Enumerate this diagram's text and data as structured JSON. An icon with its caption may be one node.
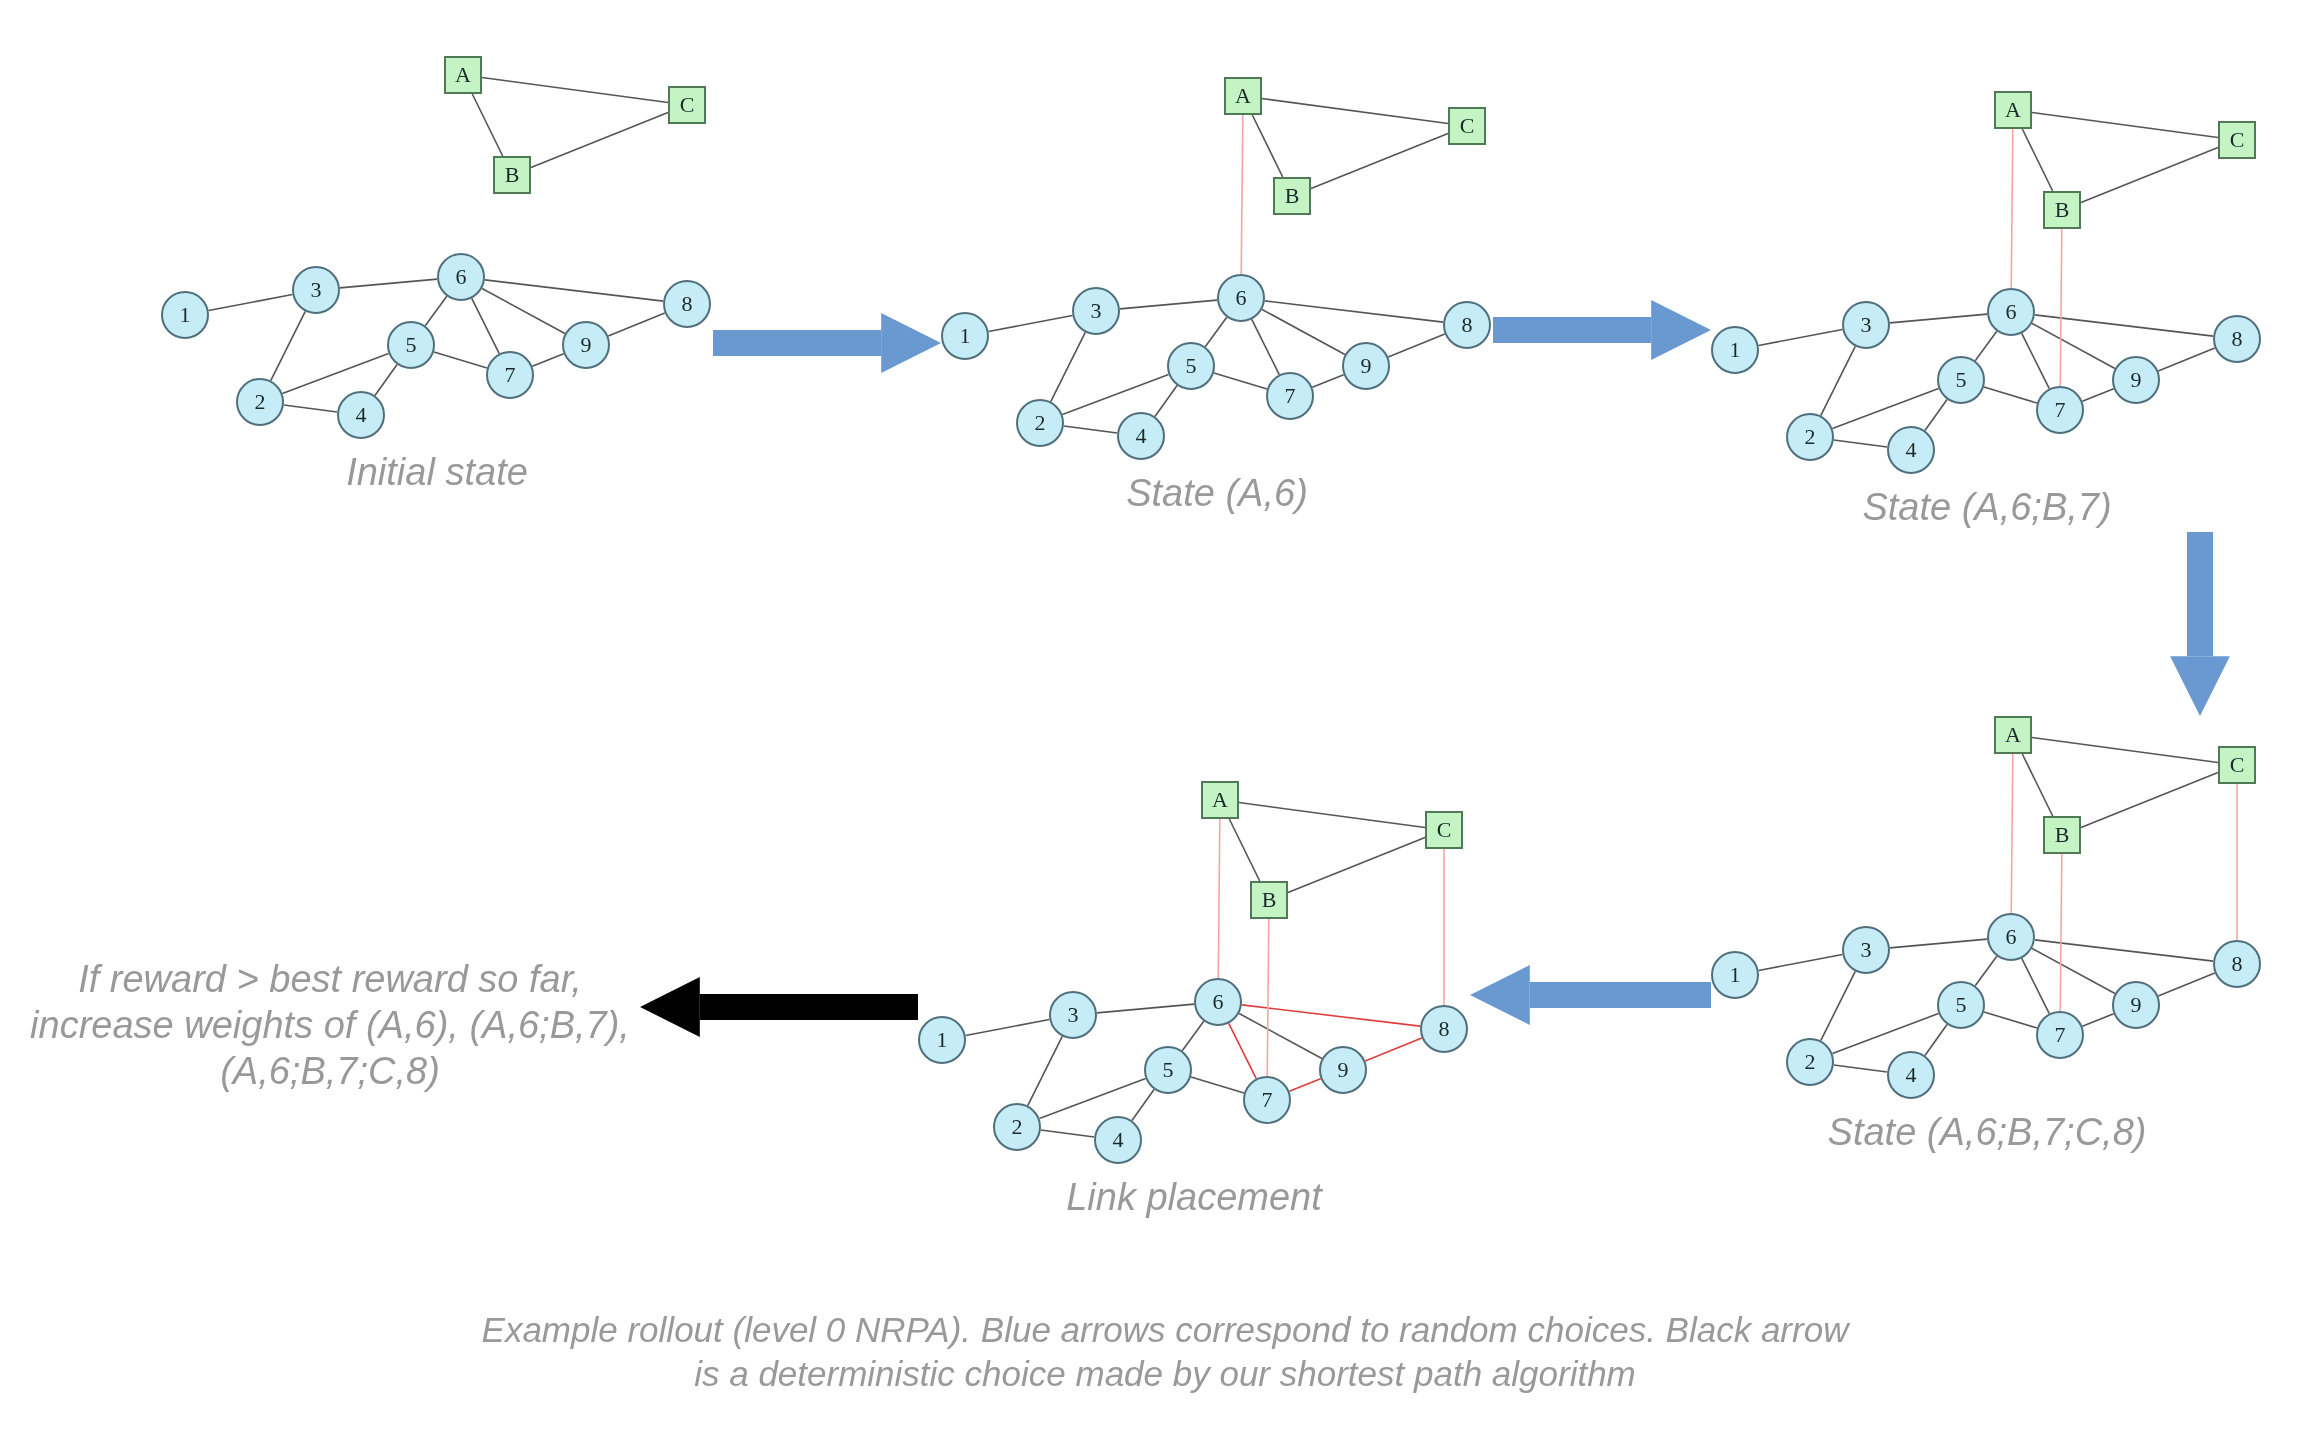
{
  "diagram": {
    "caption": "Example rollout (level 0 NRPA). Blue arrows correspond to random choices. Black arrow is a deterministic choice made by our shortest path algorithm",
    "nodes": [
      {
        "text": [],
        "shape": "picture",
        "beside": [
          "Initial state"
        ]
      },
      {
        "text": [
          "A"
        ],
        "in": 0
      },
      {
        "text": [
          "B"
        ],
        "in": 0
      },
      {
        "text": [
          "C"
        ],
        "in": 0
      },
      {
        "text": [
          "1"
        ],
        "in": 0
      },
      {
        "text": [
          "2"
        ],
        "in": 0
      },
      {
        "text": [
          "3"
        ],
        "in": 0
      },
      {
        "text": [
          "4"
        ],
        "in": 0
      },
      {
        "text": [
          "5"
        ],
        "in": 0
      },
      {
        "text": [
          "6"
        ],
        "in": 0
      },
      {
        "text": [
          "7"
        ],
        "in": 0
      },
      {
        "text": [
          "8"
        ],
        "in": 0
      },
      {
        "text": [
          "9"
        ],
        "in": 0
      },
      {
        "text": [],
        "shape": "picture",
        "beside": [
          "State (A,6)"
        ]
      },
      {
        "text": [
          "A"
        ],
        "in": 13
      },
      {
        "text": [
          "B"
        ],
        "in": 13
      },
      {
        "text": [
          "C"
        ],
        "in": 13
      },
      {
        "text": [
          "1"
        ],
        "in": 13
      },
      {
        "text": [
          "2"
        ],
        "in": 13
      },
      {
        "text": [
          "3"
        ],
        "in": 13
      },
      {
        "text": [
          "4"
        ],
        "in": 13
      },
      {
        "text": [
          "5"
        ],
        "in": 13
      },
      {
        "text": [
          "6"
        ],
        "in": 13
      },
      {
        "text": [
          "7"
        ],
        "in": 13
      },
      {
        "text": [
          "8"
        ],
        "in": 13
      },
      {
        "text": [
          "9"
        ],
        "in": 13
      },
      {
        "text": [],
        "shape": "picture",
        "beside": [
          "State (A,6;B,7)"
        ]
      },
      {
        "text": [
          "A"
        ],
        "in": 26
      },
      {
        "text": [
          "B"
        ],
        "in": 26
      },
      {
        "text": [
          "C"
        ],
        "in": 26
      },
      {
        "text": [
          "1"
        ],
        "in": 26
      },
      {
        "text": [
          "2"
        ],
        "in": 26
      },
      {
        "text": [
          "3"
        ],
        "in": 26
      },
      {
        "text": [
          "4"
        ],
        "in": 26
      },
      {
        "text": [
          "5"
        ],
        "in": 26
      },
      {
        "text": [
          "6"
        ],
        "in": 26
      },
      {
        "text": [
          "7"
        ],
        "in": 26
      },
      {
        "text": [
          "8"
        ],
        "in": 26
      },
      {
        "text": [
          "9"
        ],
        "in": 26
      },
      {
        "text": [],
        "shape": "picture",
        "beside": [
          "State (A,6;B,7;C,8)"
        ]
      },
      {
        "text": [
          "A"
        ],
        "in": 39
      },
      {
        "text": [
          "B"
        ],
        "in": 39
      },
      {
        "text": [
          "C"
        ],
        "in": 39
      },
      {
        "text": [
          "1"
        ],
        "in": 39
      },
      {
        "text": [
          "2"
        ],
        "in": 39
      },
      {
        "text": [
          "3"
        ],
        "in": 39
      },
      {
        "text": [
          "4"
        ],
        "in": 39
      },
      {
        "text": [
          "5"
        ],
        "in": 39
      },
      {
        "text": [
          "6"
        ],
        "in": 39
      },
      {
        "text": [
          "7"
        ],
        "in": 39
      },
      {
        "text": [
          "8"
        ],
        "in": 39
      },
      {
        "text": [
          "9"
        ],
        "in": 39
      },
      {
        "text": [],
        "shape": "picture",
        "beside": [
          "Link placement"
        ]
      },
      {
        "text": [
          "A"
        ],
        "in": 52
      },
      {
        "text": [
          "B"
        ],
        "in": 52
      },
      {
        "text": [
          "C"
        ],
        "in": 52
      },
      {
        "text": [
          "1"
        ],
        "in": 52
      },
      {
        "text": [
          "2"
        ],
        "in": 52
      },
      {
        "text": [
          "3"
        ],
        "in": 52
      },
      {
        "text": [
          "4"
        ],
        "in": 52
      },
      {
        "text": [
          "5"
        ],
        "in": 52
      },
      {
        "text": [
          "6"
        ],
        "in": 52
      },
      {
        "text": [
          "7"
        ],
        "in": 52
      },
      {
        "text": [
          "8"
        ],
        "in": 52
      },
      {
        "text": [
          "9"
        ],
        "in": 52
      },
      {
        "text": [
          "If reward > best reward so far, increase weights of (A,6), (A,6;B,7), (A,6;B,7;C,8)"
        ]
      }
    ],
    "edges": [
      {
        "from": 1,
        "to": 2,
        "arrow": "none"
      },
      {
        "from": 1,
        "to": 3,
        "arrow": "none"
      },
      {
        "from": 2,
        "to": 3,
        "arrow": "none"
      },
      {
        "from": 4,
        "to": 6,
        "arrow": "none"
      },
      {
        "from": 6,
        "to": 5,
        "arrow": "none"
      },
      {
        "from": 6,
        "to": 9,
        "arrow": "none"
      },
      {
        "from": 5,
        "to": 8,
        "arrow": "none"
      },
      {
        "from": 5,
        "to": 7,
        "arrow": "none"
      },
      {
        "from": 7,
        "to": 8,
        "arrow": "none"
      },
      {
        "from": 8,
        "to": 9,
        "arrow": "none"
      },
      {
        "from": 8,
        "to": 10,
        "arrow": "none"
      },
      {
        "from": 9,
        "to": 11,
        "arrow": "none"
      },
      {
        "from": 9,
        "to": 10,
        "arrow": "none"
      },
      {
        "from": 9,
        "to": 12,
        "arrow": "none"
      },
      {
        "from": 10,
        "to": 12,
        "arrow": "none"
      },
      {
        "from": 12,
        "to": 11,
        "arrow": "none"
      },
      {
        "from": 14,
        "to": 15,
        "arrow": "none"
      },
      {
        "from": 14,
        "to": 16,
        "arrow": "none"
      },
      {
        "from": 15,
        "to": 16,
        "arrow": "none"
      },
      {
        "from": 17,
        "to": 19,
        "arrow": "none"
      },
      {
        "from": 19,
        "to": 18,
        "arrow": "none"
      },
      {
        "from": 19,
        "to": 22,
        "arrow": "none"
      },
      {
        "from": 18,
        "to": 21,
        "arrow": "none"
      },
      {
        "from": 18,
        "to": 20,
        "arrow": "none"
      },
      {
        "from": 20,
        "to": 21,
        "arrow": "none"
      },
      {
        "from": 21,
        "to": 22,
        "arrow": "none"
      },
      {
        "from": 21,
        "to": 23,
        "arrow": "none"
      },
      {
        "from": 22,
        "to": 24,
        "arrow": "none"
      },
      {
        "from": 22,
        "to": 23,
        "arrow": "none"
      },
      {
        "from": 22,
        "to": 25,
        "arrow": "none"
      },
      {
        "from": 23,
        "to": 25,
        "arrow": "none"
      },
      {
        "from": 25,
        "to": 24,
        "arrow": "none"
      },
      {
        "from": 14,
        "to": 22,
        "arrow": "none",
        "color": "#f4a6a6"
      },
      {
        "from": 27,
        "to": 28,
        "arrow": "none"
      },
      {
        "from": 27,
        "to": 29,
        "arrow": "none"
      },
      {
        "from": 28,
        "to": 29,
        "arrow": "none"
      },
      {
        "from": 30,
        "to": 32,
        "arrow": "none"
      },
      {
        "from": 32,
        "to": 31,
        "arrow": "none"
      },
      {
        "from": 32,
        "to": 35,
        "arrow": "none"
      },
      {
        "from": 31,
        "to": 34,
        "arrow": "none"
      },
      {
        "from": 31,
        "to": 33,
        "arrow": "none"
      },
      {
        "from": 33,
        "to": 34,
        "arrow": "none"
      },
      {
        "from": 34,
        "to": 35,
        "arrow": "none"
      },
      {
        "from": 34,
        "to": 36,
        "arrow": "none"
      },
      {
        "from": 35,
        "to": 37,
        "arrow": "none"
      },
      {
        "from": 35,
        "to": 36,
        "arrow": "none"
      },
      {
        "from": 35,
        "to": 38,
        "arrow": "none"
      },
      {
        "from": 36,
        "to": 38,
        "arrow": "none"
      },
      {
        "from": 38,
        "to": 37,
        "arrow": "none"
      },
      {
        "from": 27,
        "to": 35,
        "arrow": "none",
        "color": "#f4a6a6"
      },
      {
        "from": 28,
        "to": 36,
        "arrow": "none",
        "color": "#f4a6a6"
      },
      {
        "from": 40,
        "to": 41,
        "arrow": "none"
      },
      {
        "from": 40,
        "to": 42,
        "arrow": "none"
      },
      {
        "from": 41,
        "to": 42,
        "arrow": "none"
      },
      {
        "from": 43,
        "to": 45,
        "arrow": "none"
      },
      {
        "from": 45,
        "to": 44,
        "arrow": "none"
      },
      {
        "from": 45,
        "to": 48,
        "arrow": "none"
      },
      {
        "from": 44,
        "to": 47,
        "arrow": "none"
      },
      {
        "from": 44,
        "to": 46,
        "arrow": "none"
      },
      {
        "from": 46,
        "to": 47,
        "arrow": "none"
      },
      {
        "from": 47,
        "to": 48,
        "arrow": "none"
      },
      {
        "from": 47,
        "to": 49,
        "arrow": "none"
      },
      {
        "from": 48,
        "to": 50,
        "arrow": "none"
      },
      {
        "from": 48,
        "to": 49,
        "arrow": "none"
      },
      {
        "from": 48,
        "to": 51,
        "arrow": "none"
      },
      {
        "from": 49,
        "to": 51,
        "arrow": "none"
      },
      {
        "from": 51,
        "to": 50,
        "arrow": "none"
      },
      {
        "from": 40,
        "to": 48,
        "arrow": "none",
        "color": "#f4a6a6"
      },
      {
        "from": 41,
        "to": 49,
        "arrow": "none",
        "color": "#f4a6a6"
      },
      {
        "from": 42,
        "to": 50,
        "arrow": "none",
        "color": "#f4a6a6"
      },
      {
        "from": 53,
        "to": 54,
        "arrow": "none"
      },
      {
        "from": 53,
        "to": 55,
        "arrow": "none"
      },
      {
        "from": 54,
        "to": 55,
        "arrow": "none"
      },
      {
        "from": 56,
        "to": 58,
        "arrow": "none"
      },
      {
        "from": 58,
        "to": 57,
        "arrow": "none"
      },
      {
        "from": 58,
        "to": 61,
        "arrow": "none"
      },
      {
        "from": 57,
        "to": 60,
        "arrow": "none"
      },
      {
        "from": 57,
        "to": 59,
        "arrow": "none"
      },
      {
        "from": 59,
        "to": 60,
        "arrow": "none"
      },
      {
        "from": 60,
        "to": 61,
        "arrow": "none"
      },
      {
        "from": 60,
        "to": 62,
        "arrow": "none"
      },
      {
        "from": 61,
        "to": 63,
        "arrow": "none",
        "color": "#e03c3c"
      },
      {
        "from": 61,
        "to": 62,
        "arrow": "none",
        "color": "#e03c3c"
      },
      {
        "from": 61,
        "to": 64,
        "arrow": "none"
      },
      {
        "from": 62,
        "to": 64,
        "arrow": "none",
        "color": "#e03c3c"
      },
      {
        "from": 64,
        "to": 63,
        "arrow": "none",
        "color": "#e03c3c"
      },
      {
        "from": 53,
        "to": 61,
        "arrow": "none",
        "color": "#f4a6a6"
      },
      {
        "from": 54,
        "to": 62,
        "arrow": "none",
        "color": "#f4a6a6"
      },
      {
        "from": 55,
        "to": 63,
        "arrow": "none",
        "color": "#f4a6a6"
      },
      {
        "from": 0,
        "to": 13,
        "arrow": "to",
        "style": "thick",
        "color": "#6a98d0"
      },
      {
        "from": 13,
        "to": 26,
        "arrow": "to",
        "style": "thick",
        "color": "#6a98d0"
      },
      {
        "from": 26,
        "to": 39,
        "arrow": "to",
        "style": "thick",
        "color": "#6a98d0"
      },
      {
        "from": 39,
        "to": 52,
        "arrow": "to",
        "style": "thick",
        "color": "#6a98d0"
      },
      {
        "from": 52,
        "to": 65,
        "arrow": "to",
        "style": "thick",
        "color": "#000000"
      }
    ]
  }
}
